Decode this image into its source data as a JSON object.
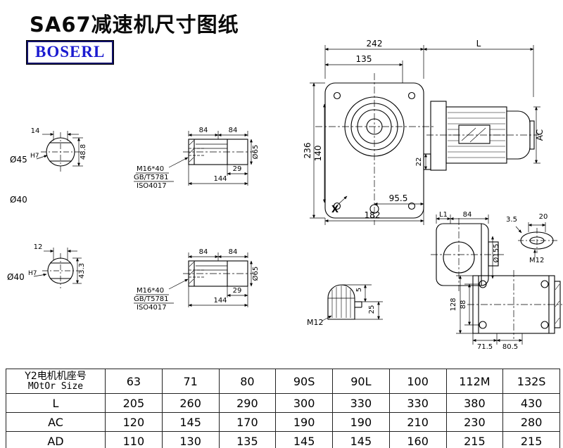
{
  "title": "SA67减速机尺寸图纸",
  "logo": "BOSERL",
  "front_view": {
    "dim_242": "242",
    "dim_L": "L",
    "dim_135": "135",
    "dim_236": "236",
    "dim_140": "140",
    "dim_22": "22",
    "dim_AC": "AC",
    "dim_95_5": "95.5",
    "dim_182": "182",
    "label_X": "X"
  },
  "shaft_end_top": {
    "dim_14": "14",
    "dia": "Ø45",
    "tol": "H7",
    "dim_48_8": "48.8",
    "label_dia40": "Ø40"
  },
  "shaft_end_bottom": {
    "dim_12": "12",
    "dia": "Ø40",
    "tol": "H7",
    "dim_43_3": "43.3"
  },
  "shaft_top": {
    "dim_84a": "84",
    "dim_84b": "84",
    "dim_29": "29",
    "dim_144": "144",
    "dia": "Ø65",
    "note1": "M16*40",
    "note2": "GB/T5781",
    "note3": "ISO4017"
  },
  "shaft_bottom": {
    "dim_84a": "84",
    "dim_84b": "84",
    "dim_29": "29",
    "dim_144": "144",
    "dia": "Ø65",
    "note1": "M16*40",
    "note2": "GB/T5781",
    "note3": "ISO4017"
  },
  "side_view": {
    "dim_L1": "L1",
    "dim_84": "84",
    "dim_3_5": "3.5",
    "dim_20": "20",
    "dia": "Ø155",
    "thread": "M12"
  },
  "key_view": {
    "dim_5": "5",
    "dim_25": "25",
    "thread": "M12"
  },
  "bottom_view": {
    "dim_128": "128",
    "dim_88": "88",
    "dim_71_5": "71.5",
    "dim_80_5": "80.5"
  },
  "table": {
    "header": {
      "line1": "Y2电机机座号",
      "line2": "MOtOr Size",
      "sizes": [
        "63",
        "71",
        "80",
        "90S",
        "90L",
        "100",
        "112M",
        "132S"
      ]
    },
    "rows": [
      {
        "label": "L",
        "values": [
          "205",
          "260",
          "290",
          "300",
          "330",
          "330",
          "380",
          "430"
        ]
      },
      {
        "label": "AC",
        "values": [
          "120",
          "145",
          "170",
          "190",
          "190",
          "210",
          "230",
          "280"
        ]
      },
      {
        "label": "AD",
        "values": [
          "110",
          "130",
          "135",
          "145",
          "145",
          "160",
          "215",
          "215"
        ]
      }
    ]
  }
}
